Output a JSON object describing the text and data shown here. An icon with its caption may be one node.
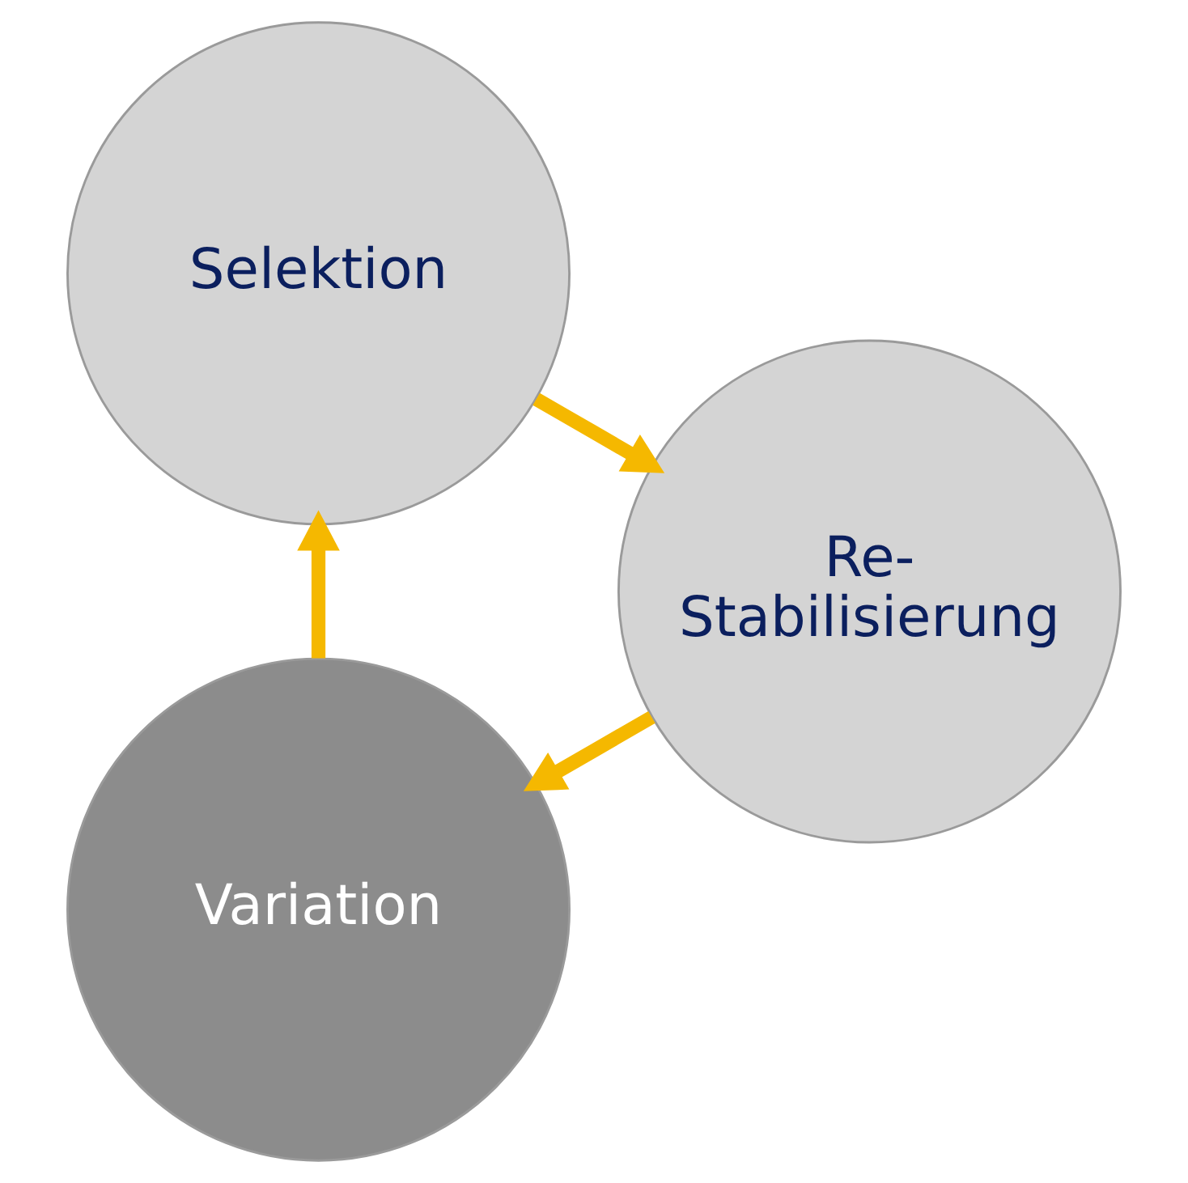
{
  "diagram": {
    "nodes": [
      {
        "text": [
          "Variation"
        ]
      },
      {
        "text": [
          "Selektion"
        ]
      },
      {
        "text": [
          "Re- Stabilisierung"
        ]
      }
    ],
    "edges": [
      {
        "from": 0,
        "to": 1,
        "arrow": "to"
      },
      {
        "from": 1,
        "to": 2,
        "arrow": "to"
      },
      {
        "from": 2,
        "to": 0,
        "arrow": "to"
      }
    ]
  }
}
